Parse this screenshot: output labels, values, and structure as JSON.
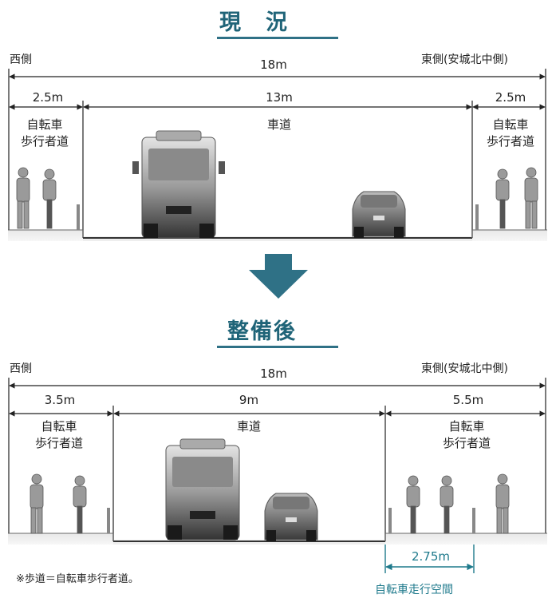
{
  "current": {
    "title": "現　況",
    "west_label": "西側",
    "east_label": "東側(安城北中側)",
    "total_width": "18m",
    "left_width": "2.5m",
    "center_width": "13m",
    "right_width": "2.5m",
    "left_zone": "自転車\n歩行者道",
    "center_zone": "車道",
    "right_zone": "自転車\n歩行者道"
  },
  "planned": {
    "title": "整備後",
    "west_label": "西側",
    "east_label": "東側(安城北中側)",
    "total_width": "18m",
    "left_width": "3.5m",
    "center_width": "9m",
    "right_width": "5.5m",
    "left_zone": "自転車\n歩行者道",
    "center_zone": "車道",
    "right_zone": "自転車\n歩行者道",
    "bike_lane_width": "2.75m",
    "bike_lane_label": "自転車走行空間"
  },
  "note": "※歩道＝自転車歩行者道。",
  "colors": {
    "title": "#1f6478",
    "arrow": "#2f7186",
    "bike_lane": "#1f7a8c"
  }
}
